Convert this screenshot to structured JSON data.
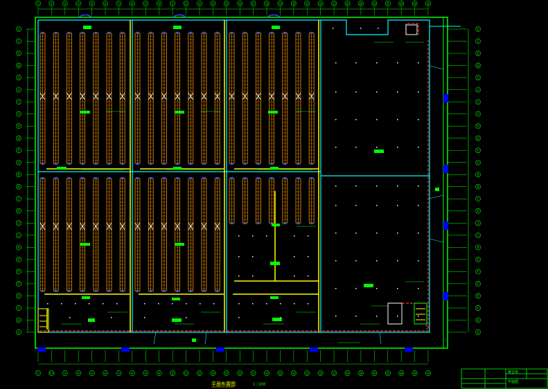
{
  "drawing": {
    "background": "#000000",
    "colors": {
      "frame": "#00ff00",
      "wall": "#00ffff",
      "rack": "#ff8c00",
      "rack_line": "#ffd000",
      "beam": "#ffff00",
      "equipment": "#00ff00",
      "fire_line": "#ff3030",
      "column": "#0000ff",
      "label": "#00ff00",
      "dot": "#ffffff"
    }
  },
  "grid_top": [
    "①",
    "②",
    "③",
    "④",
    "⑤",
    "⑥",
    "⑦",
    "⑧",
    "⑨",
    "⑩",
    "⑪",
    "⑫",
    "⑬",
    "⑭",
    "⑮",
    "⑯",
    "⑰",
    "⑱",
    "⑲",
    "⑳",
    "㉑",
    "㉒",
    "㉓",
    "㉔",
    "㉕",
    "㉖",
    "㉗",
    "㉘",
    "㉙",
    "㉚"
  ],
  "grid_bottom": [
    "①",
    "①②",
    "③",
    "④",
    "⑤",
    "⑥",
    "⑦",
    "⑧",
    "⑨",
    "⑩",
    "⑪",
    "⑫",
    "⑬",
    "⑭",
    "⑮",
    "⑯",
    "⑰",
    "⑱",
    "⑲",
    "⑳",
    "㉑",
    "㉒",
    "㉓",
    "㉔",
    "㉕",
    "㉖",
    "㉗",
    "㉘",
    "㉙",
    "㉚"
  ],
  "grid_left": [
    "Ⓩ",
    "Ⓨ",
    "Ⓧ",
    "Ⓦ",
    "Ⓥ",
    "Ⓤ",
    "Ⓣ",
    "Ⓢ",
    "Ⓡ",
    "Ⓠ",
    "Ⓟ",
    "Ⓞ",
    "Ⓝ",
    "Ⓜ",
    "Ⓛ",
    "Ⓚ",
    "Ⓙ",
    "Ⓘ",
    "Ⓗ",
    "Ⓖ",
    "Ⓕ",
    "Ⓔ",
    "Ⓓ",
    "Ⓒ",
    "Ⓑ",
    "Ⓐ"
  ],
  "grid_right": [
    "Ⓩ",
    "Ⓨ",
    "Ⓧ",
    "Ⓦ",
    "Ⓥ",
    "Ⓤ",
    "Ⓣ",
    "Ⓢ",
    "Ⓡ",
    "Ⓠ",
    "Ⓟ",
    "Ⓞ",
    "Ⓝ",
    "Ⓜ",
    "Ⓛ",
    "Ⓚ",
    "Ⓙ",
    "Ⓘ",
    "Ⓗ",
    "Ⓖ",
    "Ⓕ",
    "Ⓔ",
    "Ⓓ",
    "Ⓒ",
    "Ⓑ",
    "Ⓐ"
  ],
  "footer": {
    "drawing_title": "平面布置图",
    "scale": "1:100"
  },
  "title_block": {
    "project": "某仓库",
    "sheet": "平面图"
  }
}
